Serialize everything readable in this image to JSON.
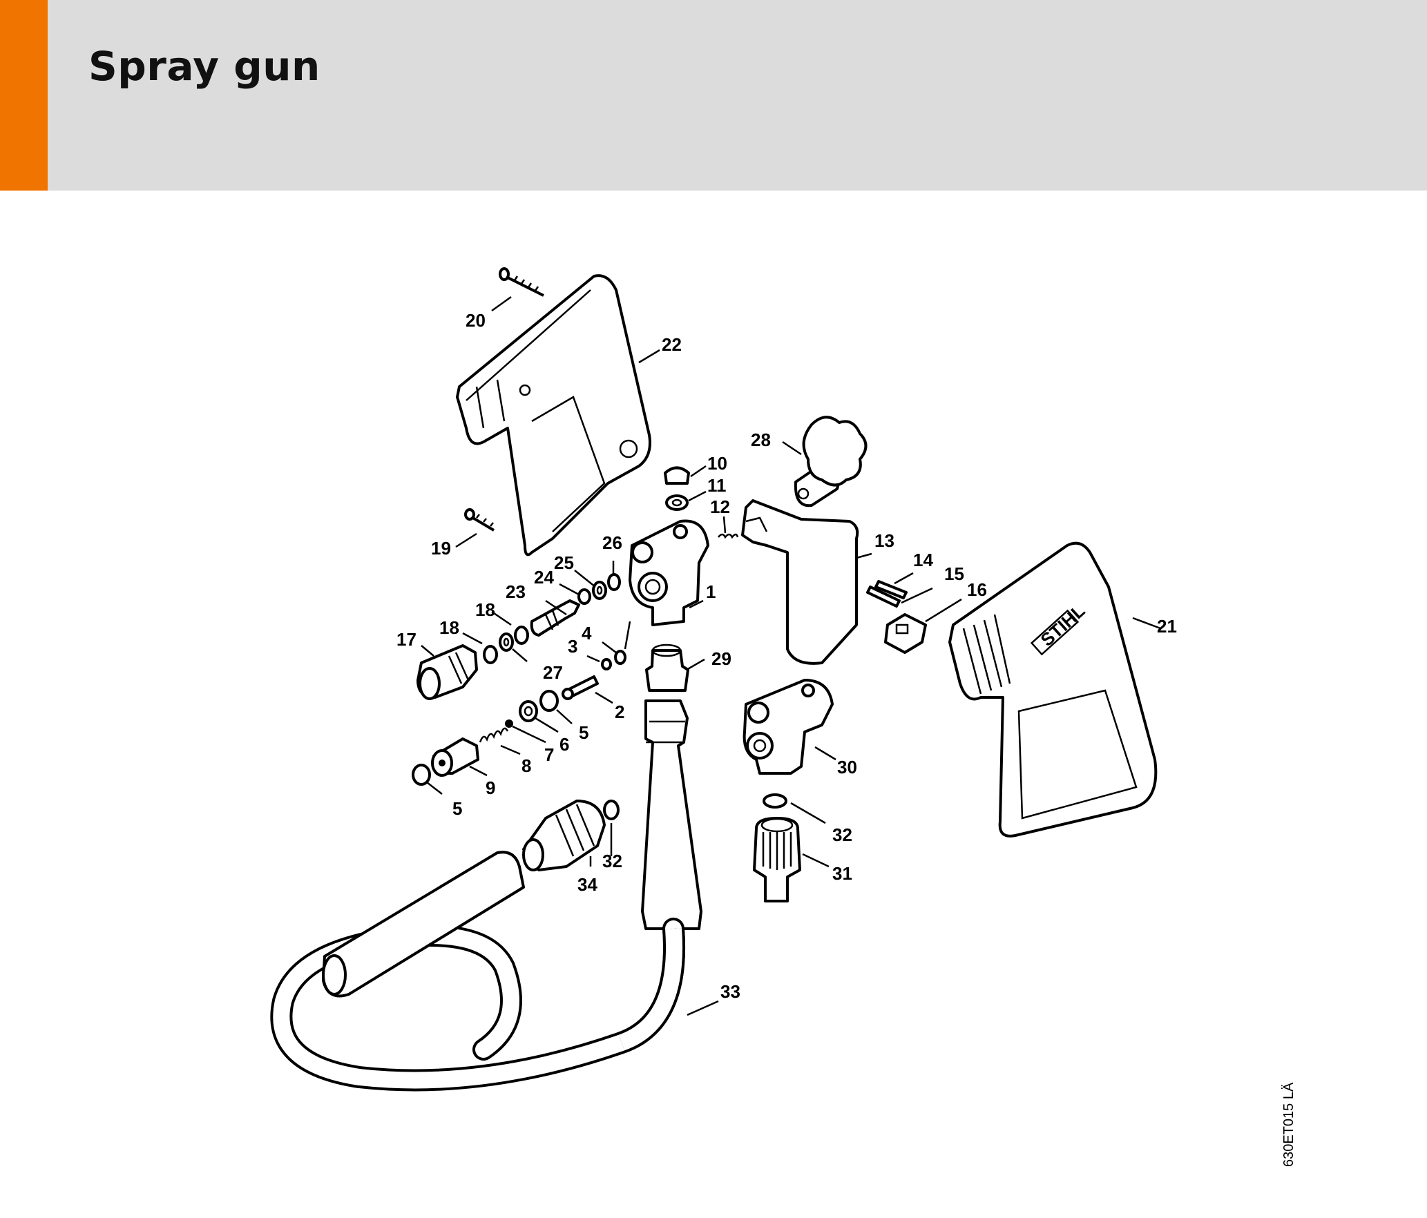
{
  "header": {
    "title": "Spray gun",
    "accent_color": "#f07400",
    "background_color": "#dcdcdc"
  },
  "diagram": {
    "labels": {
      "p1": "1",
      "p2": "2",
      "p3": "3",
      "p4": "4",
      "p5a": "5",
      "p5b": "5",
      "p6": "6",
      "p7": "7",
      "p8": "8",
      "p9": "9",
      "p10": "10",
      "p11": "11",
      "p12": "12",
      "p13": "13",
      "p14": "14",
      "p15": "15",
      "p16": "16",
      "p17": "17",
      "p18a": "18",
      "p18b": "18",
      "p19": "19",
      "p20": "20",
      "p21": "21",
      "p22": "22",
      "p23": "23",
      "p24": "24",
      "p25": "25",
      "p26": "26",
      "p27": "27",
      "p28": "28",
      "p29": "29",
      "p30": "30",
      "p31": "31",
      "p32a": "32",
      "p32b": "32",
      "p33": "33",
      "p34": "34"
    },
    "doc_ref": "630ET015 LÄ",
    "logo_text": "STIHL"
  }
}
